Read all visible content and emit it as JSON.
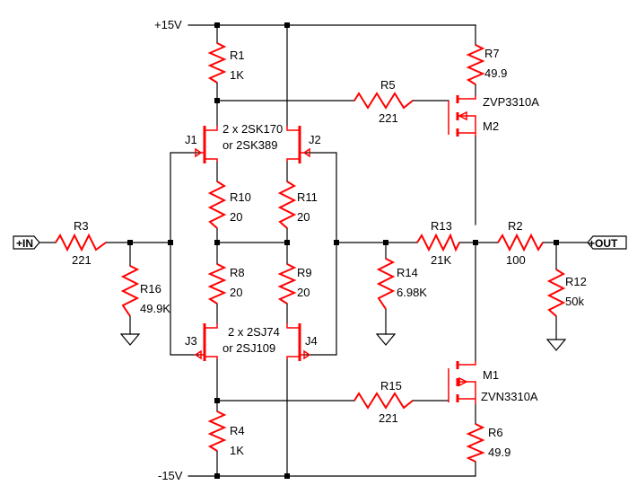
{
  "rails": {
    "pos": "+15V",
    "neg": "-15V"
  },
  "ports": {
    "input": "+IN",
    "output": "+OUT"
  },
  "resistors": {
    "R1": {
      "name": "R1",
      "value": "1K"
    },
    "R2": {
      "name": "R2",
      "value": "100"
    },
    "R3": {
      "name": "R3",
      "value": "221"
    },
    "R4": {
      "name": "R4",
      "value": "1K"
    },
    "R5": {
      "name": "R5",
      "value": "221"
    },
    "R6": {
      "name": "R6",
      "value": "49.9"
    },
    "R7": {
      "name": "R7",
      "value": "49.9"
    },
    "R8": {
      "name": "R8",
      "value": "20"
    },
    "R9": {
      "name": "R9",
      "value": "20"
    },
    "R10": {
      "name": "R10",
      "value": "20"
    },
    "R11": {
      "name": "R11",
      "value": "20"
    },
    "R12": {
      "name": "R12",
      "value": "50k"
    },
    "R13": {
      "name": "R13",
      "value": "21K"
    },
    "R14": {
      "name": "R14",
      "value": "6.98K"
    },
    "R15": {
      "name": "R15",
      "value": "221"
    },
    "R16": {
      "name": "R16",
      "value": "49.9K"
    }
  },
  "jfets": {
    "J1": {
      "name": "J1"
    },
    "J2": {
      "name": "J2"
    },
    "J3": {
      "name": "J3"
    },
    "J4": {
      "name": "J4"
    },
    "n_pair_part": "2 x 2SK170",
    "n_pair_alt": "or 2SK389",
    "p_pair_part": "2 x 2SJ74",
    "p_pair_alt": "or 2SJ109"
  },
  "mosfets": {
    "M1": {
      "name": "M1",
      "part": "ZVN3310A"
    },
    "M2": {
      "name": "M2",
      "part": "ZVP3310A"
    }
  },
  "colors": {
    "component": "#ff0000",
    "wire": "#000000",
    "background": "#ffffff"
  }
}
